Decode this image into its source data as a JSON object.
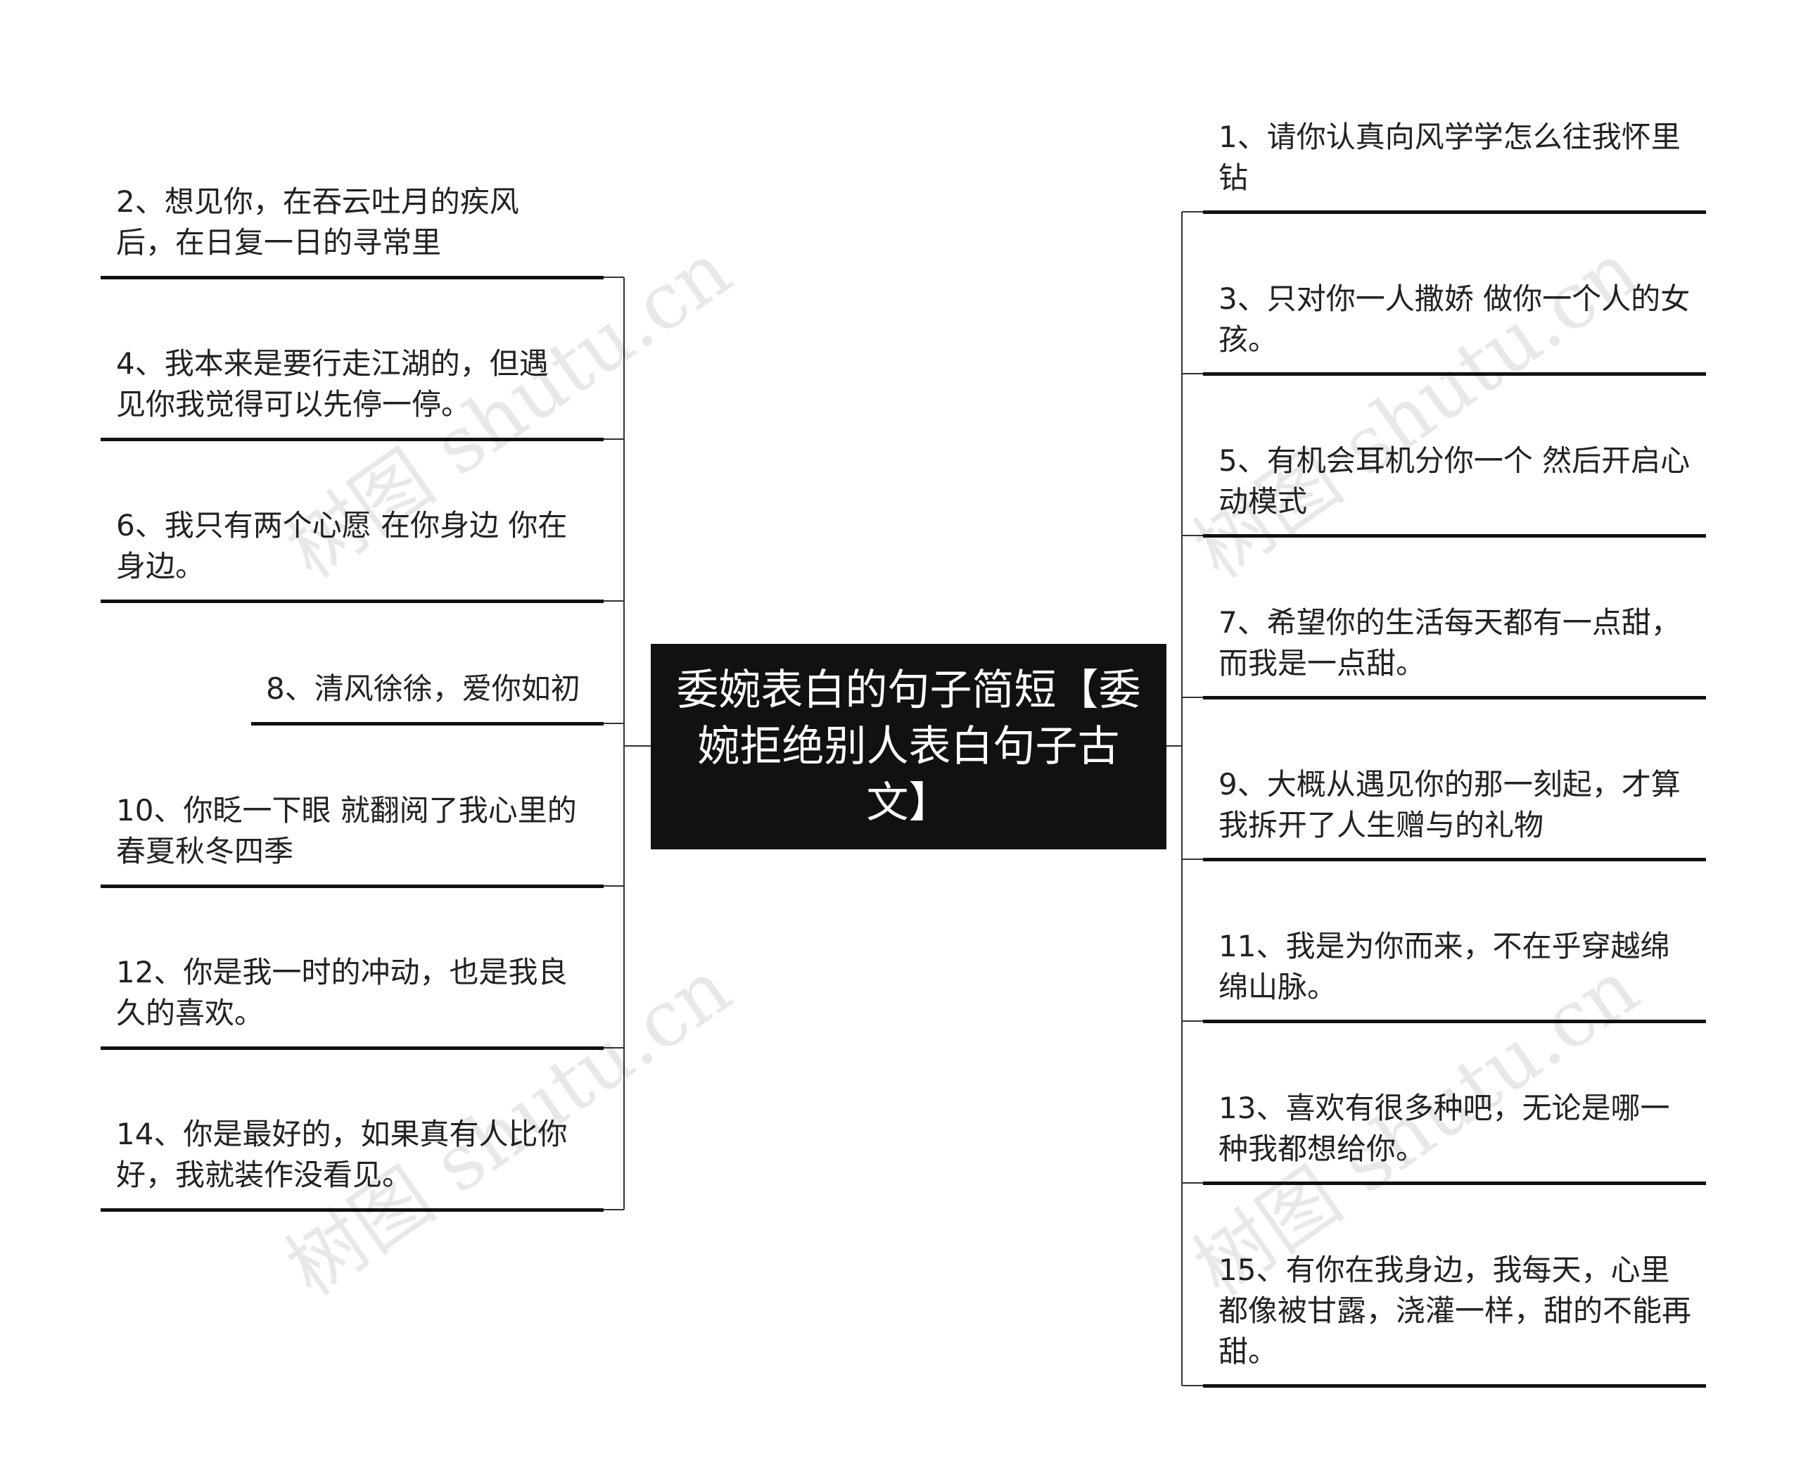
{
  "central_topic": "委婉表白的句子简短【委婉拒绝别人表白句子古文】",
  "left_branches": [
    {
      "id": "2",
      "text": "2、想见你，在吞云吐月的疾风后，在日复一日的寻常里"
    },
    {
      "id": "4",
      "text": "4、我本来是要行走江湖的，但遇见你我觉得可以先停一停。"
    },
    {
      "id": "6",
      "text": "6、我只有两个心愿 在你身边 你在身边。"
    },
    {
      "id": "8",
      "text": "8、清风徐徐，爱你如初"
    },
    {
      "id": "10",
      "text": "10、你眨一下眼 就翻阅了我心里的春夏秋冬四季"
    },
    {
      "id": "12",
      "text": "12、你是我一时的冲动，也是我良久的喜欢。"
    },
    {
      "id": "14",
      "text": "14、你是最好的，如果真有人比你好，我就装作没看见。"
    }
  ],
  "right_branches": [
    {
      "id": "1",
      "text": "1、请你认真向风学学怎么往我怀里钻"
    },
    {
      "id": "3",
      "text": "3、只对你一人撒娇 做你一个人的女孩。"
    },
    {
      "id": "5",
      "text": "5、有机会耳机分你一个 然后开启心动模式"
    },
    {
      "id": "7",
      "text": "7、希望你的生活每天都有一点甜，而我是一点甜。"
    },
    {
      "id": "9",
      "text": "9、大概从遇见你的那一刻起，才算我拆开了人生赠与的礼物"
    },
    {
      "id": "11",
      "text": "11、我是为你而来，不在乎穿越绵绵山脉。"
    },
    {
      "id": "13",
      "text": "13、喜欢有很多种吧，无论是哪一种我都想给你。"
    },
    {
      "id": "15",
      "text": "15、有你在我身边，我每天，心里都像被甘露，浇灌一样，甜的不能再甜。"
    }
  ],
  "watermark_text": "树图 shutu.cn"
}
